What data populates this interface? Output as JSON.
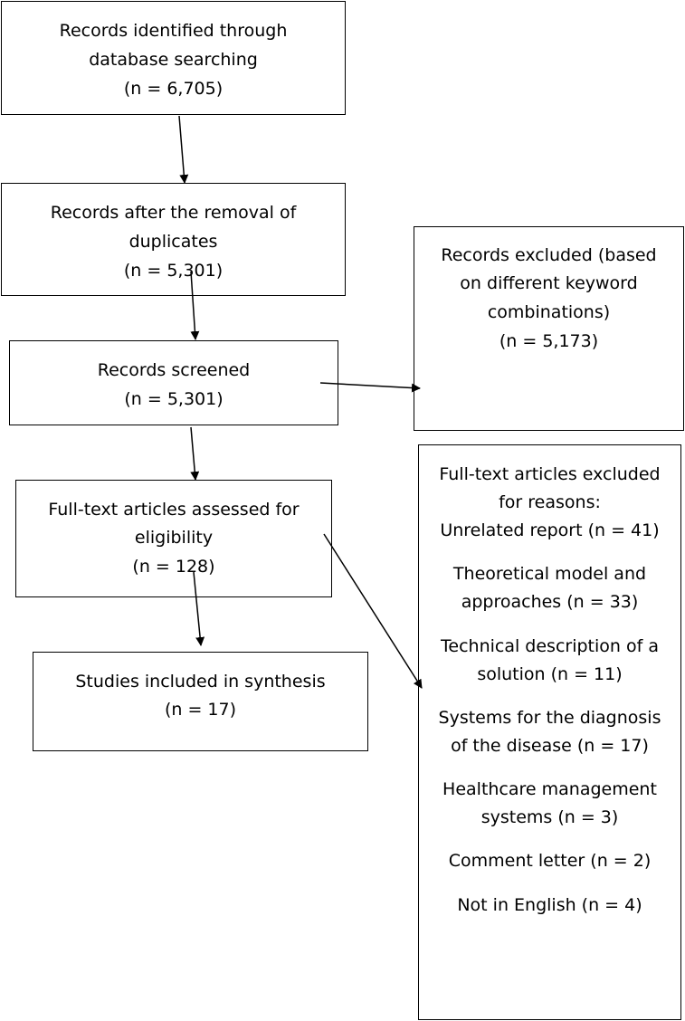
{
  "boxes": {
    "identified": {
      "lines": [
        "Records identified through",
        "database searching",
        "(n = 6,705)"
      ]
    },
    "after_duplicates": {
      "lines": [
        "Records after the removal of",
        "duplicates",
        "(n = 5,301)"
      ]
    },
    "screened": {
      "lines": [
        "Records screened",
        "(n = 5,301)"
      ]
    },
    "records_excluded": {
      "lines": [
        "Records excluded (based",
        "on different keyword",
        "combinations)",
        "(n = 5,173)"
      ]
    },
    "fulltext_assessed": {
      "lines": [
        "Full-text articles assessed for",
        "eligibility",
        "(n = 128)"
      ]
    },
    "included": {
      "lines": [
        "Studies included in synthesis",
        "(n = 17)"
      ]
    },
    "fulltext_excluded": {
      "lines": [
        "Full-text articles excluded",
        "for reasons:",
        "Unrelated report (n = 41)",
        "Theoretical model and",
        "approaches (n = 33)",
        "Technical description of a",
        "solution (n = 11)",
        "Systems for the diagnosis",
        "of the disease (n = 17)",
        "Healthcare management",
        "systems (n = 3)",
        "Comment letter (n = 2)",
        "Not in English (n = 4)"
      ]
    }
  },
  "colors": {
    "stroke": "#000000",
    "background": "#ffffff"
  }
}
